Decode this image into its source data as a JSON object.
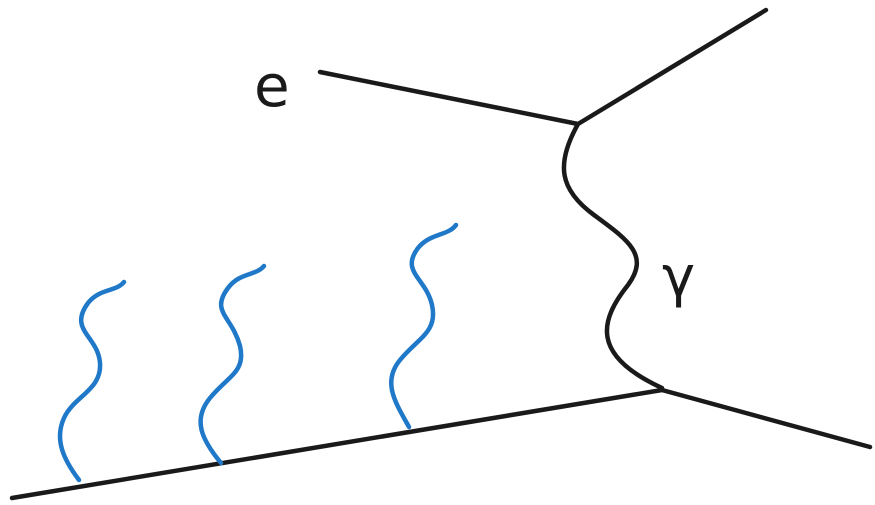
{
  "labels": {
    "electron": "e",
    "photon": "γ"
  },
  "colors": {
    "line": "#1a1a1a",
    "radiation": "#1f78c8"
  },
  "icons": {
    "radiated_photons": "wavy-line-icon",
    "exchanged_photon": "wavy-line-icon"
  },
  "diagram": {
    "lines": [
      "incoming-electron",
      "outgoing-electron",
      "exchanged-photon",
      "incoming-lower-particle",
      "outgoing-lower-particle"
    ],
    "radiated_photon_count": 3
  }
}
